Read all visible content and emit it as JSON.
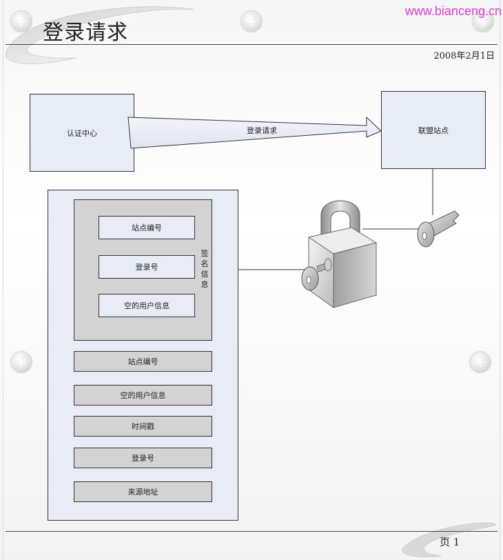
{
  "header": {
    "title": "登录请求",
    "date": "2008年2月1日",
    "watermark": "www.bianceng.cn"
  },
  "footer": {
    "page_label": "页 1"
  },
  "diagram": {
    "auth_center": "认证中心",
    "member_site": "联盟站点",
    "arrow_label": "登录请求",
    "signature_label": "签名信息",
    "signed_fields": [
      "站点编号",
      "登录号",
      "空的用户信息"
    ],
    "message_fields": [
      "站点编号",
      "空的用户信息",
      "时间戳",
      "登录号",
      "来源地址"
    ]
  },
  "colors": {
    "node_fill": "#e8ecf6",
    "panel_gray": "#d3d3d3",
    "watermark": "#e23be0"
  },
  "icons": [
    "padlock-icon",
    "key-icon",
    "key-in-lock-icon",
    "plus-circle-icon"
  ]
}
